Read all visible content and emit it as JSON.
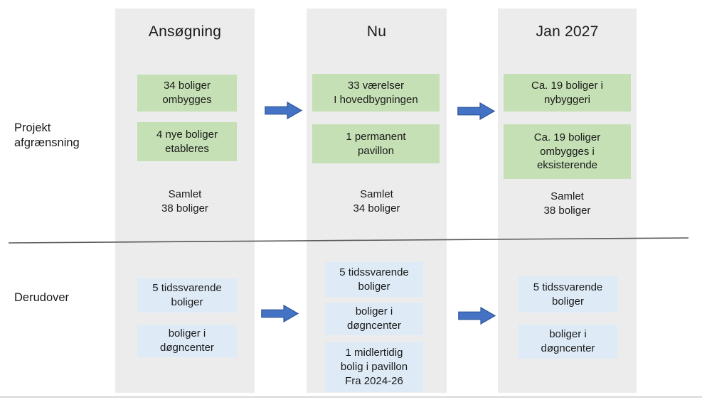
{
  "diagram": {
    "row_labels": {
      "projekt": "Projekt\nafgrænsning",
      "derudover": "Derudover"
    },
    "columns": [
      {
        "header": "Ansøgning",
        "top_boxes": [
          "34 boliger\nombygges",
          "4 nye boliger\netableres"
        ],
        "summary": "Samlet\n38 boliger",
        "bottom_boxes": [
          "5 tidssvarende\nboliger",
          "boliger i\ndøgncenter"
        ]
      },
      {
        "header": "Nu",
        "top_boxes": [
          "33 værelser\nI hovedbygningen",
          "1 permanent\npavillon"
        ],
        "summary": "Samlet\n34 boliger",
        "bottom_boxes": [
          "5 tidssvarende\nboliger",
          "boliger i\ndøgncenter",
          "1 midlertidig\nbolig i pavillon\nFra 2024-26"
        ]
      },
      {
        "header": "Jan 2027",
        "top_boxes": [
          "Ca. 19 boliger i\nnybyggeri",
          "Ca. 19 boliger\nombygges i\neksisterende"
        ],
        "summary": "Samlet\n38 boliger",
        "bottom_boxes": [
          "5 tidssvarende\nboliger",
          "boliger i\ndøgncenter"
        ]
      }
    ]
  },
  "colors": {
    "column_bg": "#ececec",
    "green_box": "#c5e0b4",
    "blue_box": "#deebf7",
    "arrow_fill": "#4472c4",
    "arrow_border": "#2f5597",
    "divider_line": "#58595b",
    "bottom_rule": "#d9d9d9",
    "text": "#1a1a1a"
  }
}
